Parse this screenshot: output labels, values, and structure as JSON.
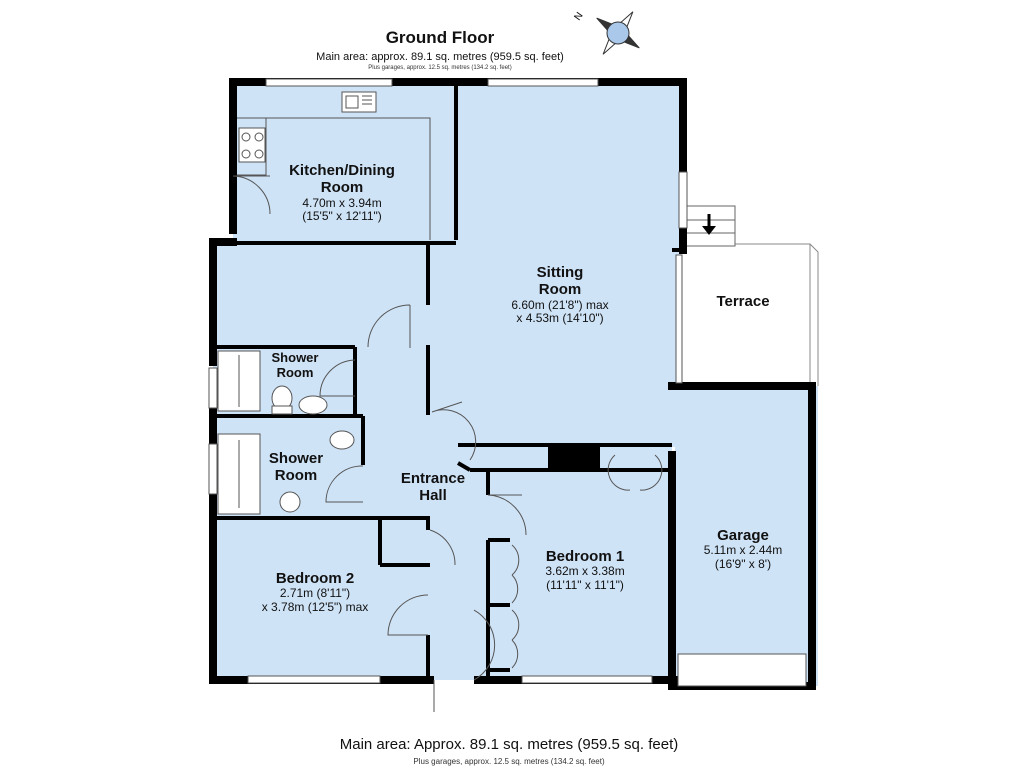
{
  "header": {
    "title": "Ground Floor",
    "main_area": "Main area: approx. 89.1 sq. metres (959.5 sq. feet)",
    "garages": "Plus garages, approx. 12.5 sq. metres (134.2 sq. feet)"
  },
  "footer": {
    "main_area": "Main area: Approx. 89.1 sq. metres (959.5 sq. feet)",
    "garages": "Plus garages, approx. 12.5 sq. metres (134.2 sq. feet)"
  },
  "compass": {
    "north_label": "N"
  },
  "rooms": {
    "kitchen": {
      "name_line1": "Kitchen/Dining",
      "name_line2": "Room",
      "dim1": "4.70m x 3.94m",
      "dim2": "(15'5\" x 12'11\")"
    },
    "sitting": {
      "name_line1": "Sitting",
      "name_line2": "Room",
      "dim1": "6.60m (21'8\") max",
      "dim2": "x 4.53m (14'10\")"
    },
    "terrace": {
      "name": "Terrace"
    },
    "shower1": {
      "name_line1": "Shower",
      "name_line2": "Room"
    },
    "shower2": {
      "name_line1": "Shower",
      "name_line2": "Room"
    },
    "hall": {
      "name_line1": "Entrance",
      "name_line2": "Hall"
    },
    "bedroom1": {
      "name": "Bedroom 1",
      "dim1": "3.62m x 3.38m",
      "dim2": "(11'11\" x 11'1\")"
    },
    "bedroom2": {
      "name": "Bedroom 2",
      "dim1": "2.71m (8'11\")",
      "dim2": "x 3.78m (12'5\") max"
    },
    "garage": {
      "name": "Garage",
      "dim1": "5.11m x 2.44m",
      "dim2": "(16'9\" x 8')"
    }
  },
  "colors": {
    "room_fill": "#cfe3f7",
    "wall": "#000000",
    "terrace_fill": "#ffffff"
  }
}
